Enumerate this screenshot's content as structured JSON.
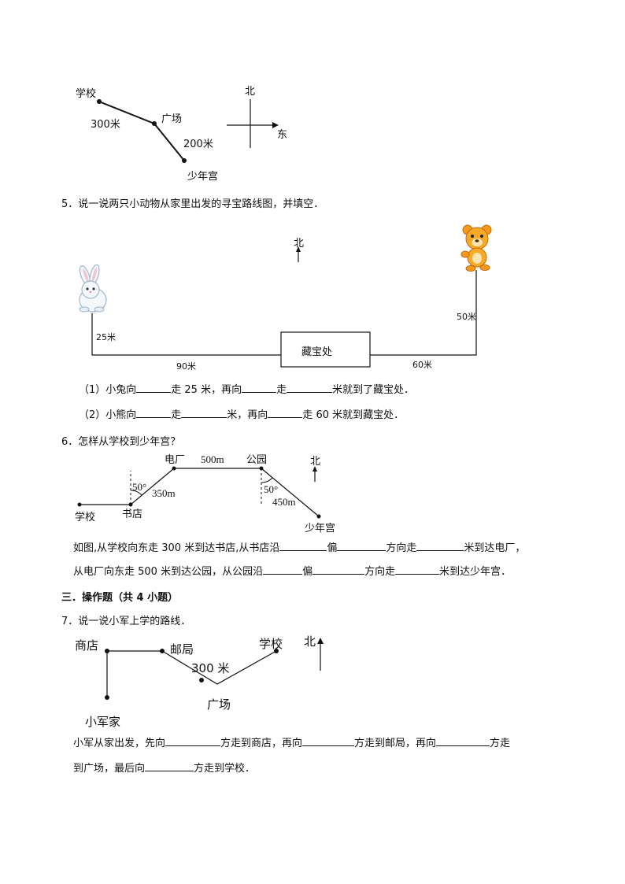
{
  "diagram1": {
    "school": "学校",
    "square": "广场",
    "youth_palace": "少年宫",
    "dist1": "300米",
    "dist2": "200米",
    "north": "北",
    "east": "东"
  },
  "q5": {
    "title": "5．说一说两只小动物从家里出发的寻宝路线图，并填空．",
    "north": "北",
    "treasure": "藏宝处",
    "d_rabbit_down": "25米",
    "d_rabbit_east": "90米",
    "d_bear_down": "50米",
    "d_bear_west": "60米",
    "line1": [
      "（1）小兔向",
      "走 25 米，再向",
      "走",
      "米就到了藏宝处．"
    ],
    "line2": [
      "（2）小熊向",
      "走",
      "米，再向",
      "走 60 米就到藏宝处．"
    ]
  },
  "q6": {
    "title": "6．怎样从学校到少年宫？",
    "school": "学校",
    "bookstore": "书店",
    "power_plant": "电厂",
    "park": "公园",
    "youth_palace": "少年宫",
    "north": "北",
    "d1": "500m",
    "d2": "350m",
    "d3": "450m",
    "angle1": "50°",
    "angle2": "50°",
    "line1": [
      "如图,从学校向东走 300 米到达书店,从书店沿",
      "偏",
      "方向走",
      "米到达电厂，"
    ],
    "line2": [
      "从电厂向东走 500 米到达公园，从公园沿",
      "偏",
      "方向走",
      "米到达少年宫．"
    ]
  },
  "section3": {
    "title": "三．操作题（共 4 小题）"
  },
  "q7": {
    "title": "7．说一说小军上学的路线．",
    "shop": "商店",
    "post_office": "邮局",
    "school": "学校",
    "north": "北",
    "distance": "300 米",
    "square": "广场",
    "home": "小军家",
    "line1": [
      "小军从家出发，先向",
      "方走到商店，再向",
      "方走到邮局，再向",
      "方走"
    ],
    "line2": [
      "到广场，最后向",
      "方走到学校．"
    ]
  },
  "icons": {
    "rabbit": "rabbit-icon",
    "bear": "bear-icon"
  }
}
